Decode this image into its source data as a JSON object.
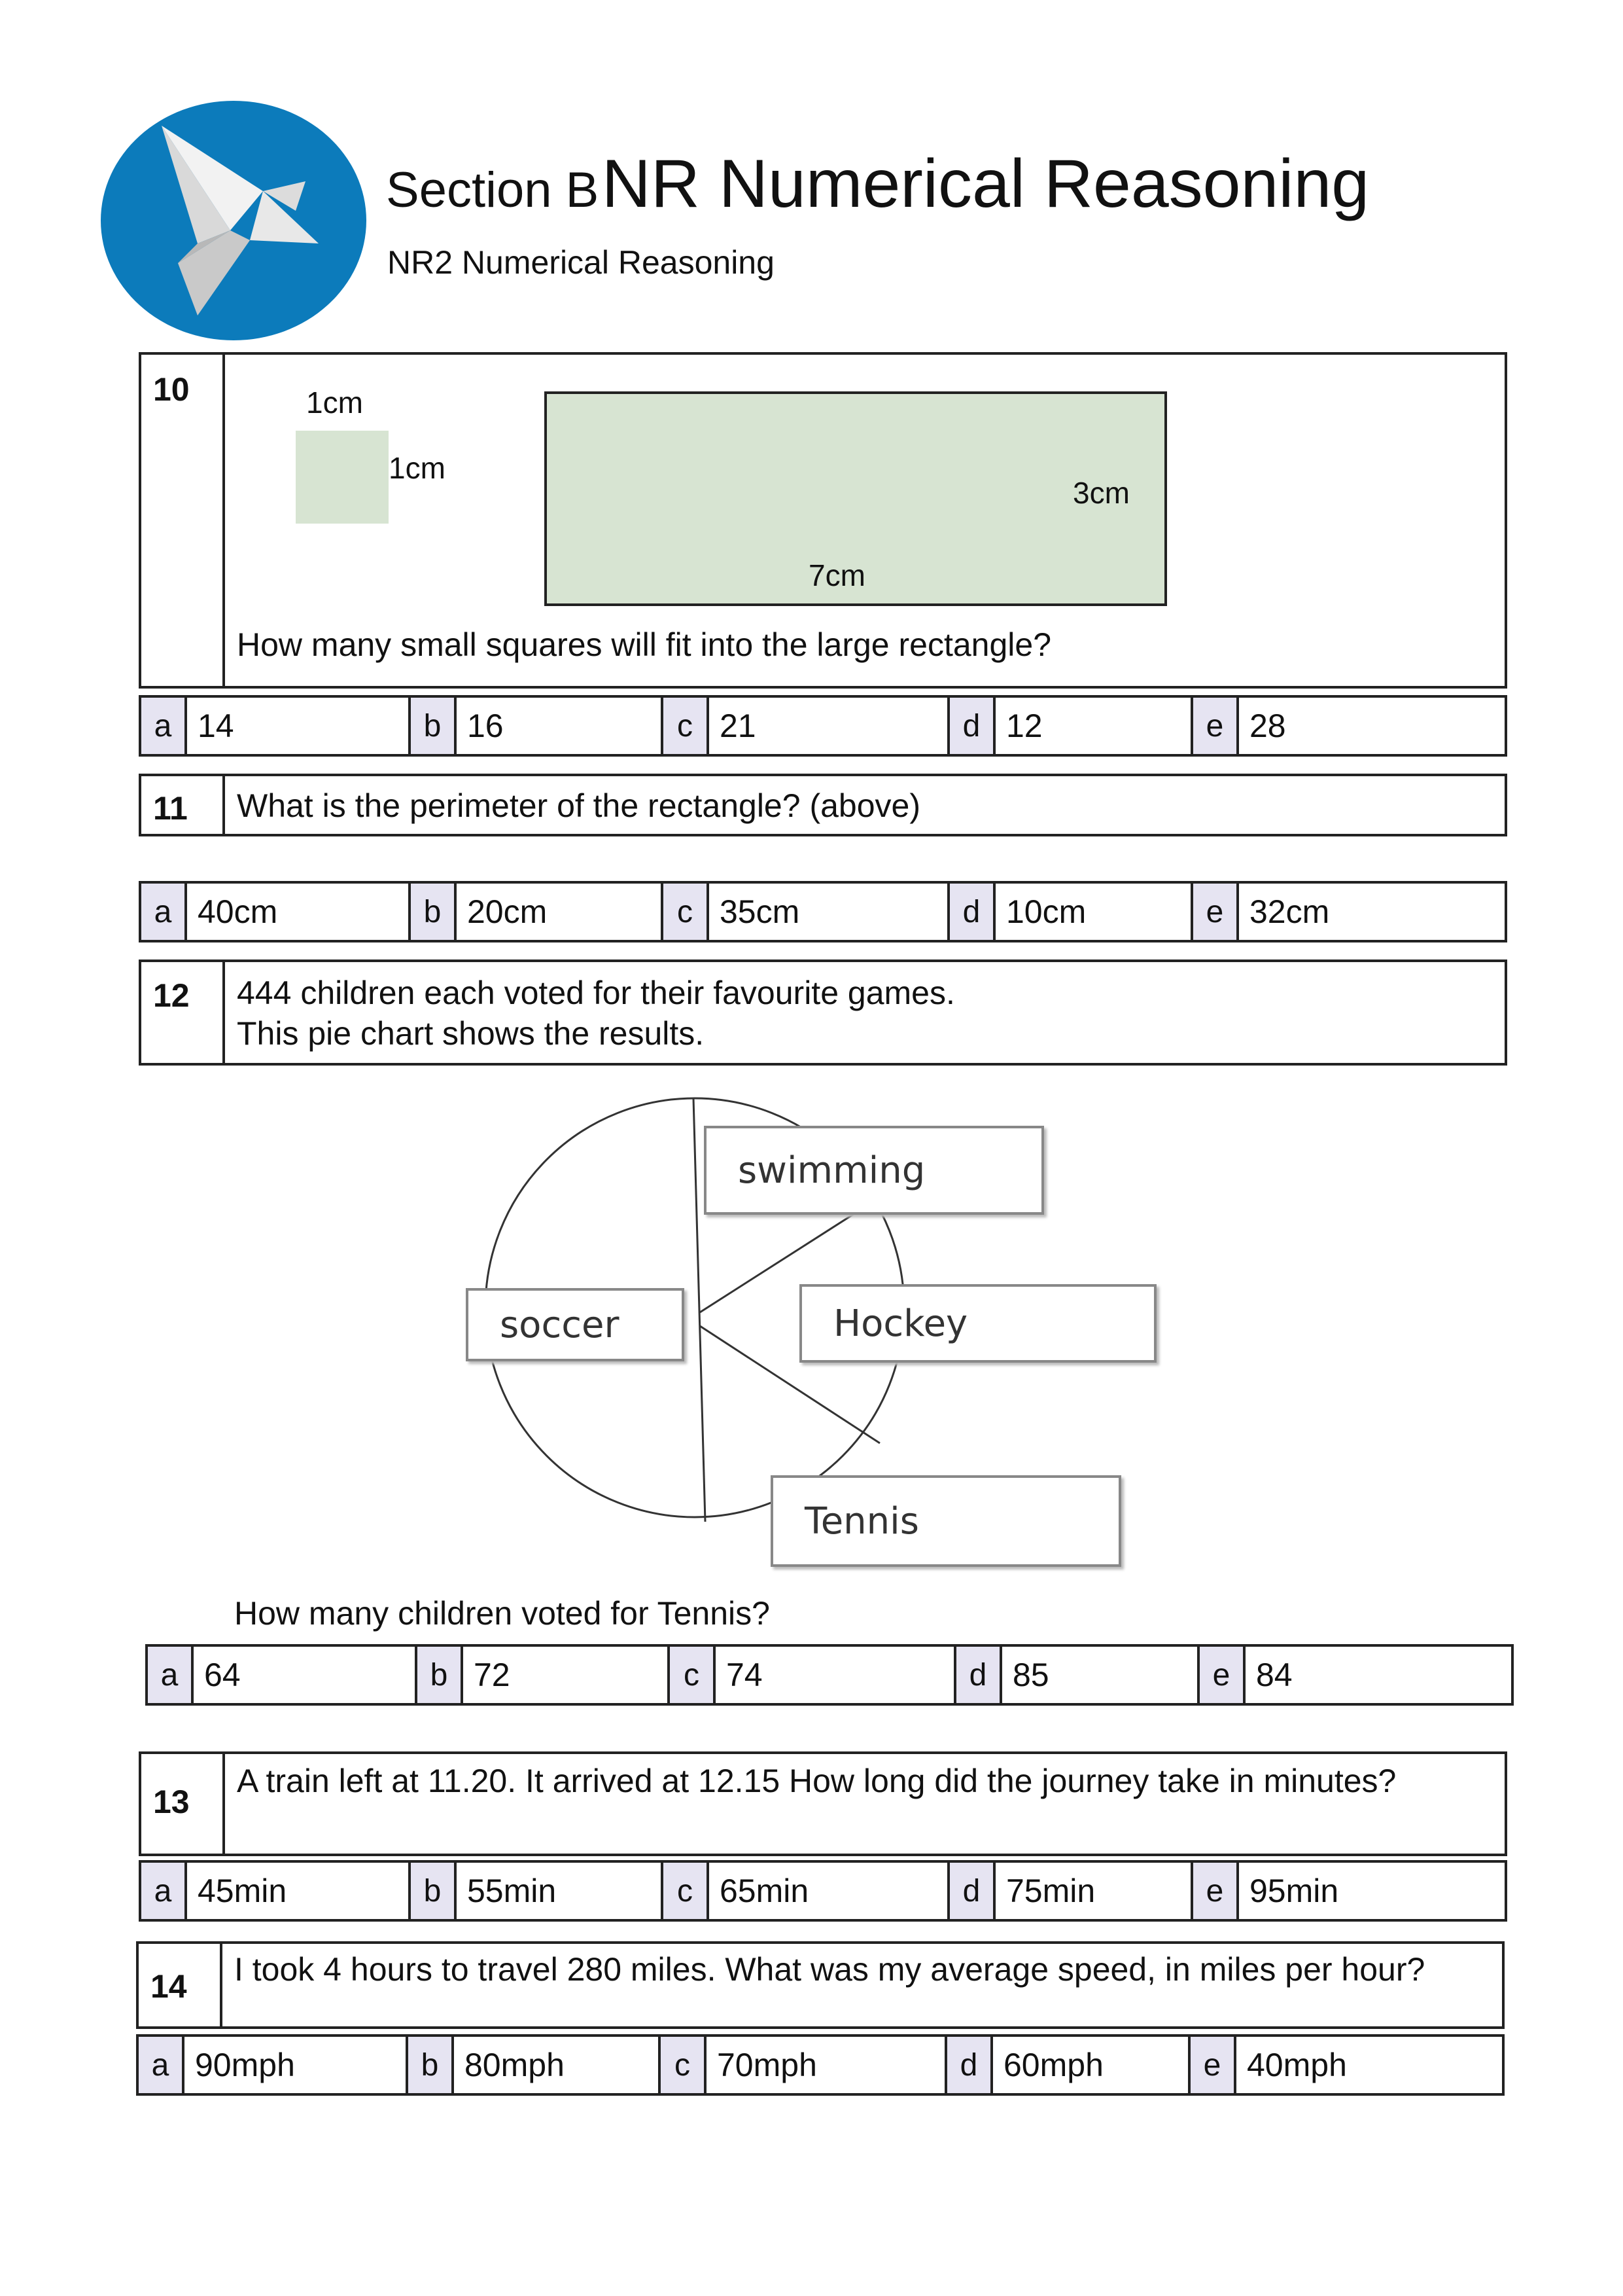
{
  "header": {
    "section_prefix": "Section B",
    "title": "NR Numerical Reasoning",
    "subtitle": "NR2 Numerical Reasoning",
    "logo_icon": "origami-bird-icon",
    "logo_color": "#0c7bbb"
  },
  "q10": {
    "number": "10",
    "small_top": "1cm",
    "small_side": "1cm",
    "large_side": "3cm",
    "large_bottom": "7cm",
    "question": "How many small squares will fit into the large rectangle?",
    "shape_fill": "#d7e4d2",
    "answers": [
      {
        "letter": "a",
        "value": "14"
      },
      {
        "letter": "b",
        "value": "16"
      },
      {
        "letter": "c",
        "value": "21"
      },
      {
        "letter": "d",
        "value": "12"
      },
      {
        "letter": "e",
        "value": "28"
      }
    ]
  },
  "q11": {
    "number": "11",
    "question": "What is the perimeter of the rectangle?  (above)",
    "answers": [
      {
        "letter": "a",
        "value": "40cm"
      },
      {
        "letter": "b",
        "value": "20cm"
      },
      {
        "letter": "c",
        "value": "35cm"
      },
      {
        "letter": "d",
        "value": "10cm"
      },
      {
        "letter": "e",
        "value": "32cm"
      }
    ]
  },
  "q12": {
    "number": "12",
    "line1": "444 children each voted for their favourite games.",
    "line2": "This pie chart shows the results.",
    "labels": {
      "swimming": "swimming",
      "soccer": "soccer",
      "hockey": "Hockey",
      "tennis": "Tennis"
    },
    "question": "How many children voted for Tennis?",
    "answers": [
      {
        "letter": "a",
        "value": "64"
      },
      {
        "letter": "b",
        "value": "72"
      },
      {
        "letter": "c",
        "value": "74"
      },
      {
        "letter": "d",
        "value": "85"
      },
      {
        "letter": "e",
        "value": "84"
      }
    ]
  },
  "q13": {
    "number": "13",
    "question": "A train left at 11.20. It arrived at 12.15  How long did the journey take in minutes?",
    "answers": [
      {
        "letter": "a",
        "value": "45min"
      },
      {
        "letter": "b",
        "value": "55min"
      },
      {
        "letter": "c",
        "value": "65min"
      },
      {
        "letter": "d",
        "value": "75min"
      },
      {
        "letter": "e",
        "value": "95min"
      }
    ]
  },
  "q14": {
    "number": "14",
    "question": "I took 4 hours to travel 280 miles. What was my average speed, in miles per hour?",
    "answers": [
      {
        "letter": "a",
        "value": "90mph"
      },
      {
        "letter": "b",
        "value": "80mph"
      },
      {
        "letter": "c",
        "value": "70mph"
      },
      {
        "letter": "d",
        "value": "60mph"
      },
      {
        "letter": "e",
        "value": "40mph"
      }
    ]
  }
}
